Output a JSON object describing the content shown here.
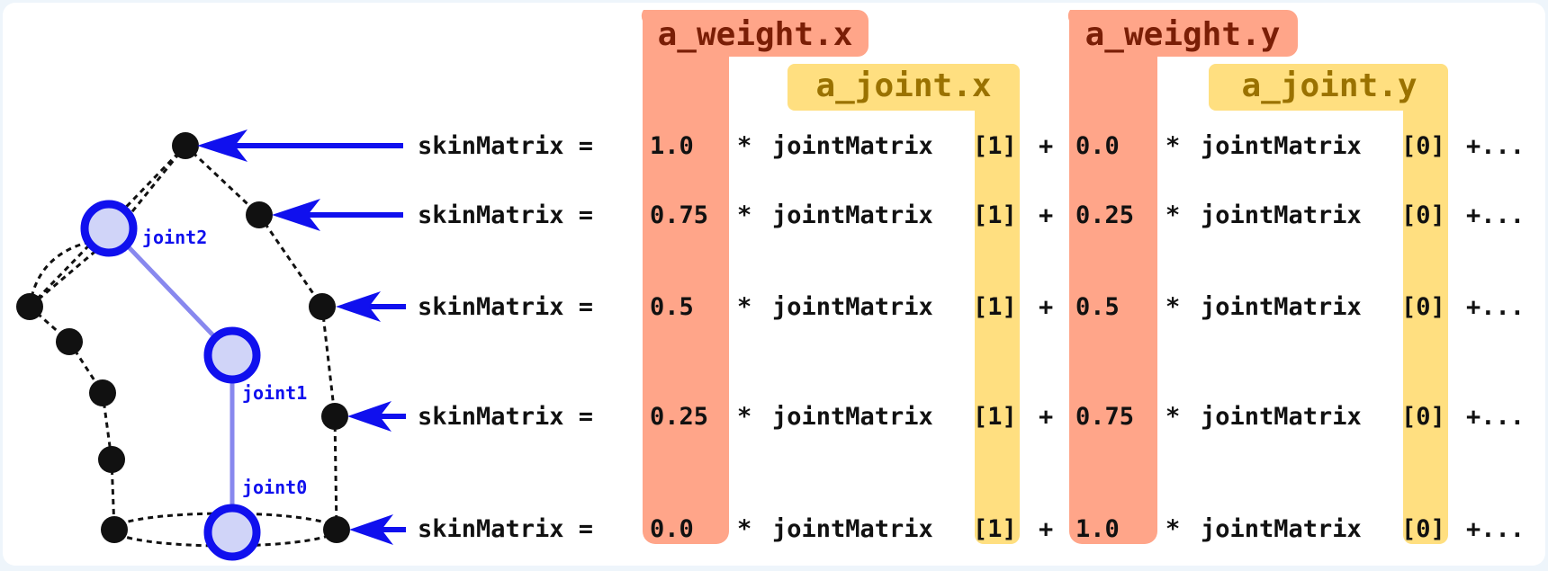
{
  "colors": {
    "weight_band": "#ffa589",
    "weight_text": "#7a1e06",
    "joint_band": "#ffdf80",
    "joint_text": "#9a7200",
    "joint_blue": "#1010ee",
    "bone": "#8888ee",
    "joint_fill": "#d0d4f8",
    "arrow": "#1010ee",
    "code_text": "#111111"
  },
  "headers": {
    "weight_x": "a_weight.x",
    "joint_x": "a_joint.x",
    "weight_y": "a_weight.y",
    "joint_y": "a_joint.y"
  },
  "joints": {
    "joint0": "joint0",
    "joint1": "joint1",
    "joint2": "joint2"
  },
  "equations": [
    {
      "lhs": "skinMatrix =",
      "w0": "1.0",
      "mul0": "*",
      "term0": "jointMatrix",
      "idx0": "[1]",
      "plus": "+",
      "w1": "0.0",
      "mul1": "*",
      "term1": "jointMatrix",
      "idx1": "[0]",
      "tail": "+..."
    },
    {
      "lhs": "skinMatrix =",
      "w0": "0.75",
      "mul0": "*",
      "term0": "jointMatrix",
      "idx0": "[1]",
      "plus": "+",
      "w1": "0.25",
      "mul1": "*",
      "term1": "jointMatrix",
      "idx1": "[0]",
      "tail": "+..."
    },
    {
      "lhs": "skinMatrix =",
      "w0": "0.5",
      "mul0": "*",
      "term0": "jointMatrix",
      "idx0": "[1]",
      "plus": "+",
      "w1": "0.5",
      "mul1": "*",
      "term1": "jointMatrix",
      "idx1": "[0]",
      "tail": "+..."
    },
    {
      "lhs": "skinMatrix =",
      "w0": "0.25",
      "mul0": "*",
      "term0": "jointMatrix",
      "idx0": "[1]",
      "plus": "+",
      "w1": "0.75",
      "mul1": "*",
      "term1": "jointMatrix",
      "idx1": "[0]",
      "tail": "+..."
    },
    {
      "lhs": "skinMatrix =",
      "w0": "0.0",
      "mul0": "*",
      "term0": "jointMatrix",
      "idx0": "[1]",
      "plus": "+",
      "w1": "1.0",
      "mul1": "*",
      "term1": "jointMatrix",
      "idx1": "[0]",
      "tail": "+..."
    }
  ]
}
